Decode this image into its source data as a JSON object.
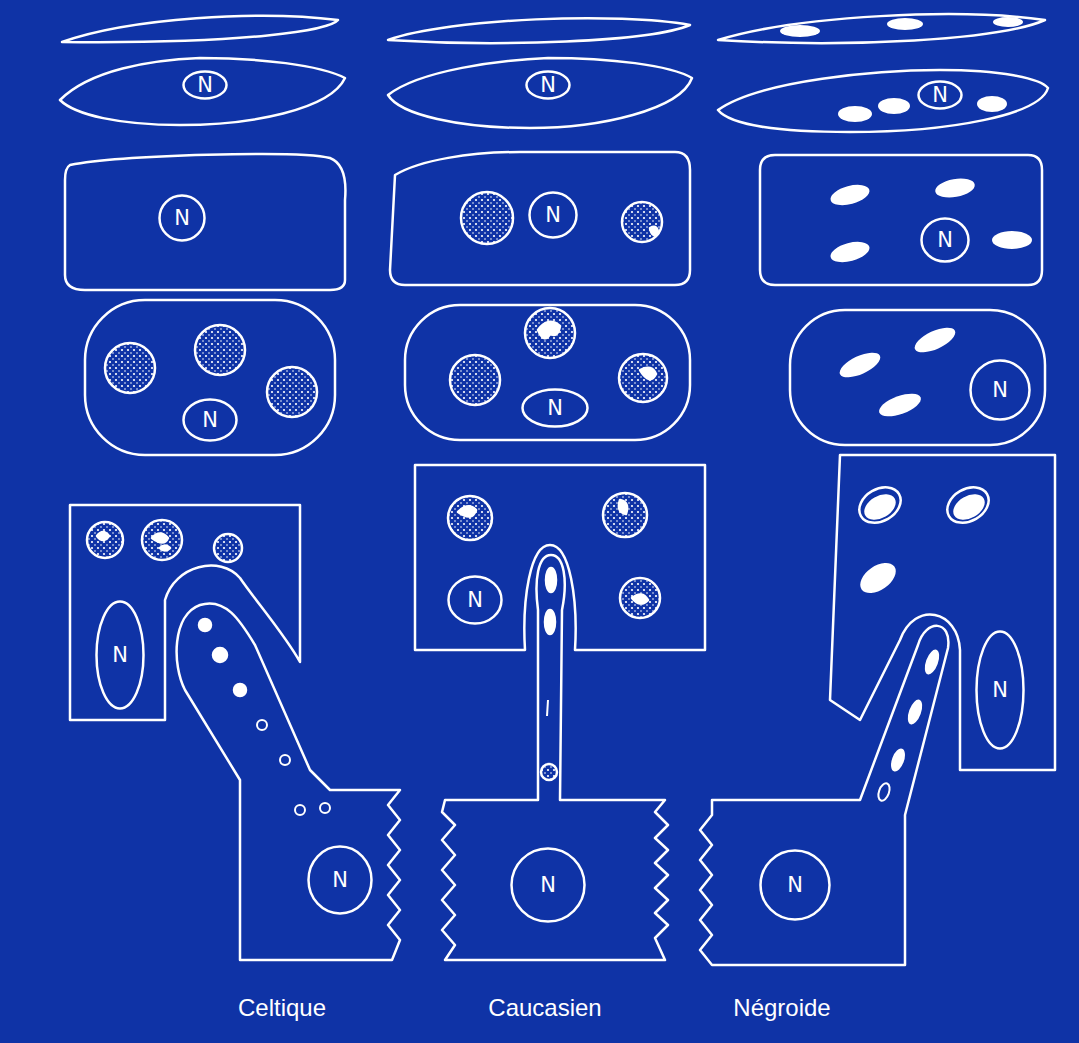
{
  "diagram": {
    "nodes": [
      {
        "text": [
          "N"
        ]
      },
      {
        "text": [
          "N"
        ]
      },
      {
        "text": [
          "N"
        ]
      },
      {
        "text": [
          "N"
        ]
      },
      {
        "text": [
          "N"
        ]
      },
      {
        "text": [
          "N"
        ]
      },
      {
        "text": [
          "N"
        ]
      },
      {
        "text": [
          "N"
        ]
      },
      {
        "text": [
          "N"
        ]
      },
      {
        "text": [
          "N"
        ]
      },
      {
        "text": [
          "N"
        ]
      },
      {
        "text": [
          "N"
        ]
      },
      {
        "text": [
          "N"
        ]
      },
      {
        "text": [
          "N"
        ]
      },
      {
        "text": [
          "N"
        ]
      }
    ],
    "labels": [
      "Celtique",
      "Caucasien",
      "Négroide"
    ]
  }
}
